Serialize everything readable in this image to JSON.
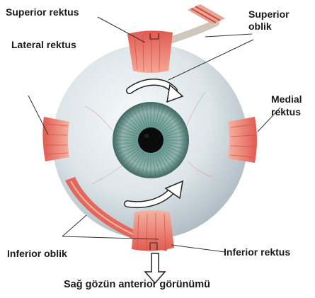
{
  "labels": {
    "superior_rektus": "Superior rektus",
    "superior_oblik_1": "Superior",
    "superior_oblik_2": "oblik",
    "lateral_rektus": "Lateral rektus",
    "medial_rektus_1": "Medial",
    "medial_rektus_2": "rektus",
    "inferior_oblik": "Inferior oblik",
    "inferior_rektus": "Inferior rektus"
  },
  "caption": "Sağ gözün anterior görünümü",
  "colors": {
    "sclera": "#e6ecef",
    "iris": "#5f8f8a",
    "pupil": "#0b0b0b",
    "muscle": "#e7655b",
    "muscle_light": "#f7b9a8",
    "tendon": "#d9d2c8",
    "leader": "#333333"
  }
}
